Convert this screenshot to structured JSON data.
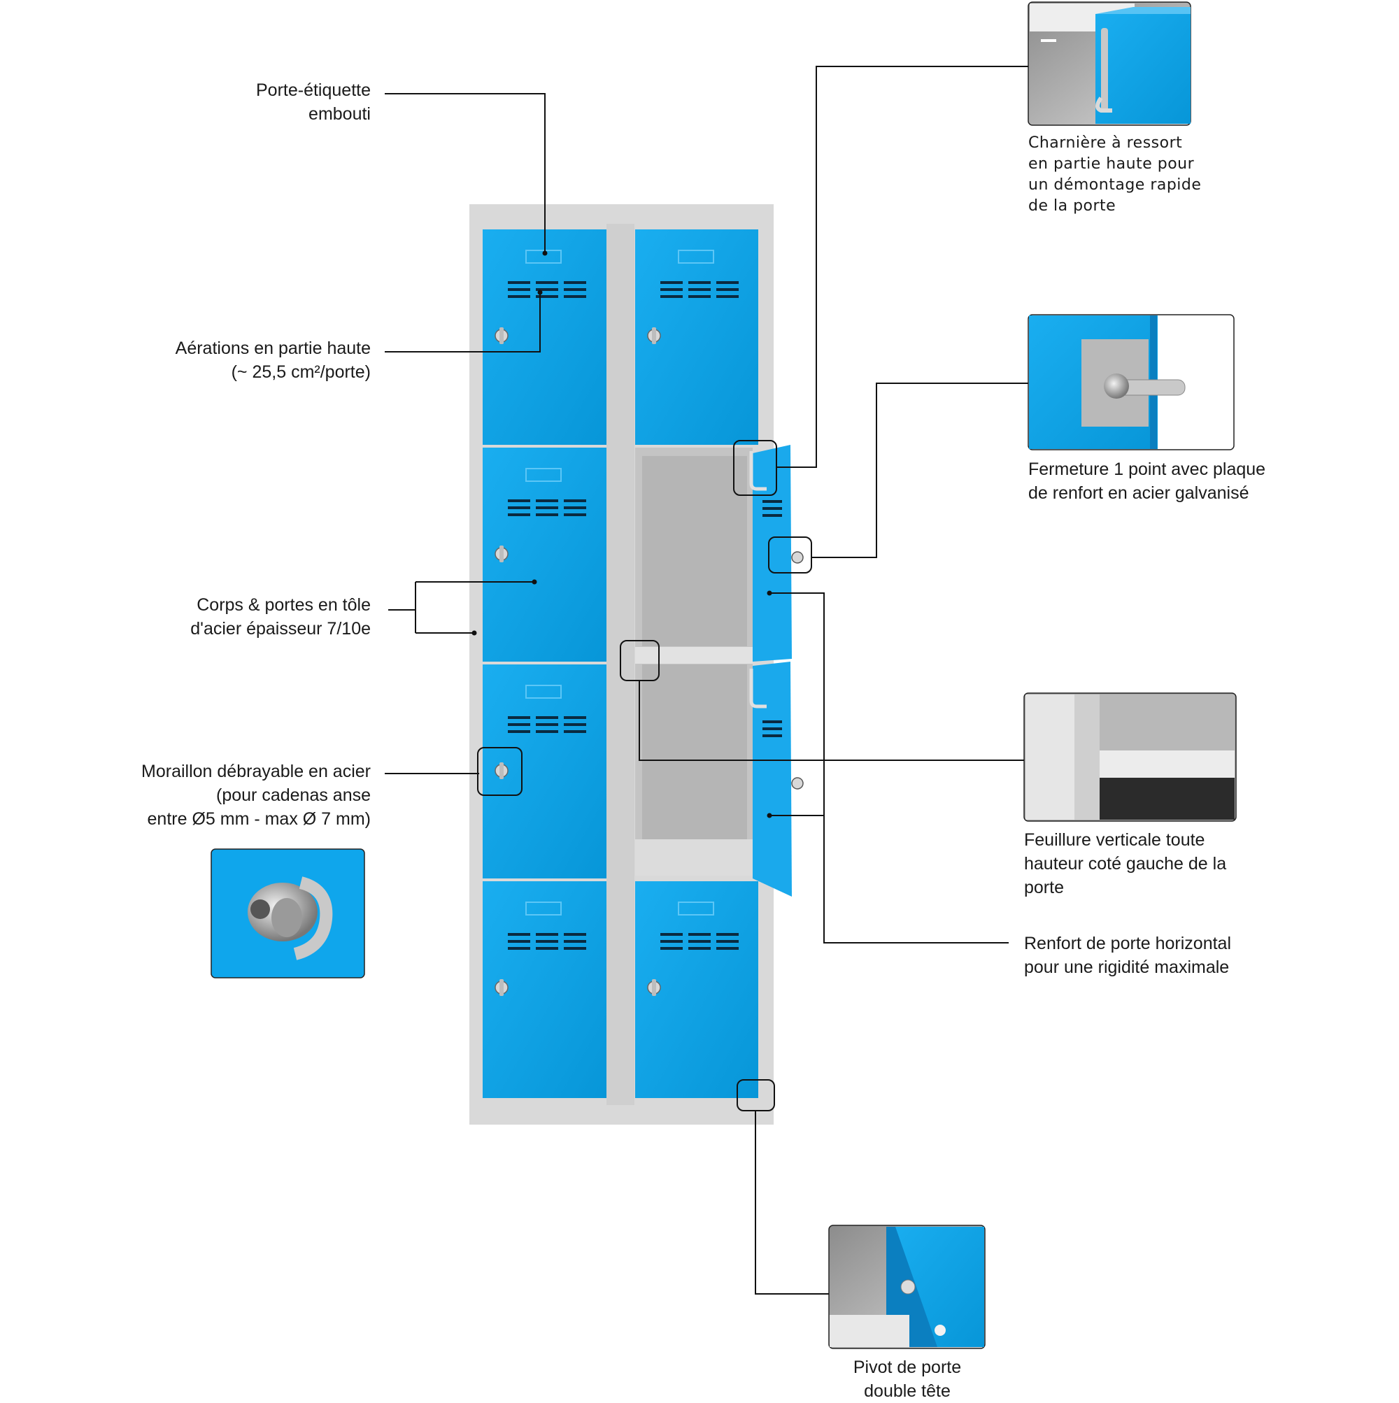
{
  "colors": {
    "door_blue": "#0aa4e6",
    "door_blue_dark": "#0788c7",
    "frame_gray": "#d8d8d8",
    "interior_gray": "#bdbdbd",
    "line": "#111111"
  },
  "labels": {
    "porte_etiquette": [
      "Porte-étiquette",
      "embouti"
    ],
    "aerations": [
      "Aérations en partie haute",
      "(~ 25,5 cm²/porte)"
    ],
    "corps_portes": [
      "Corps & portes en tôle",
      "d'acier épaisseur 7/10e"
    ],
    "moraillon": [
      "Moraillon débrayable en acier",
      "(pour cadenas anse",
      "entre Ø5 mm - max Ø 7 mm)"
    ],
    "charniere": [
      "Charnière à ressort",
      "en partie haute pour",
      "un démontage rapide",
      "de la porte"
    ],
    "fermeture": [
      "Fermeture 1 point avec plaque",
      "de renfort en acier galvanisé"
    ],
    "feuillure": [
      "Feuillure verticale toute",
      "hauteur coté gauche de la",
      "porte"
    ],
    "renfort": [
      "Renfort de porte horizontal",
      "pour une rigidité maximale"
    ],
    "pivot": [
      "Pivot de porte",
      "double tête"
    ]
  },
  "icons": {
    "moraillon_detail": "hasp-icon",
    "charniere_detail": "spring-hinge-icon",
    "fermeture_detail": "lock-plate-icon",
    "feuillure_detail": "door-rebate-icon",
    "pivot_detail": "door-pivot-icon"
  }
}
